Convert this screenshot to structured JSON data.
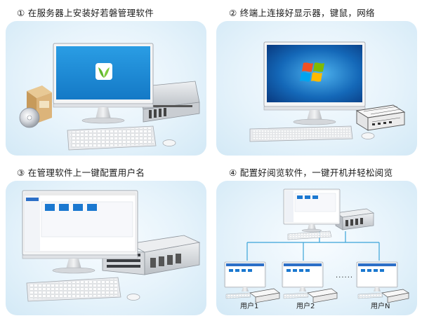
{
  "steps": [
    {
      "number": "①",
      "text": "在服务器上安装好若磐管理软件"
    },
    {
      "number": "②",
      "text": "终端上连接好显示器，键鼠，网络"
    },
    {
      "number": "③",
      "text": "在管理软件上一键配置用户名"
    },
    {
      "number": "④",
      "text": "配置好阅览软件，一键开机并轻松阅览"
    }
  ],
  "users": [
    "用户1",
    "用户2",
    "用户N"
  ],
  "ellipsis": "......",
  "colors": {
    "panel": "#e3f1fa",
    "network_line": "#3aa3d8",
    "desktop_blue": "#1e8fd8",
    "logo_green": "#5fb72e"
  }
}
